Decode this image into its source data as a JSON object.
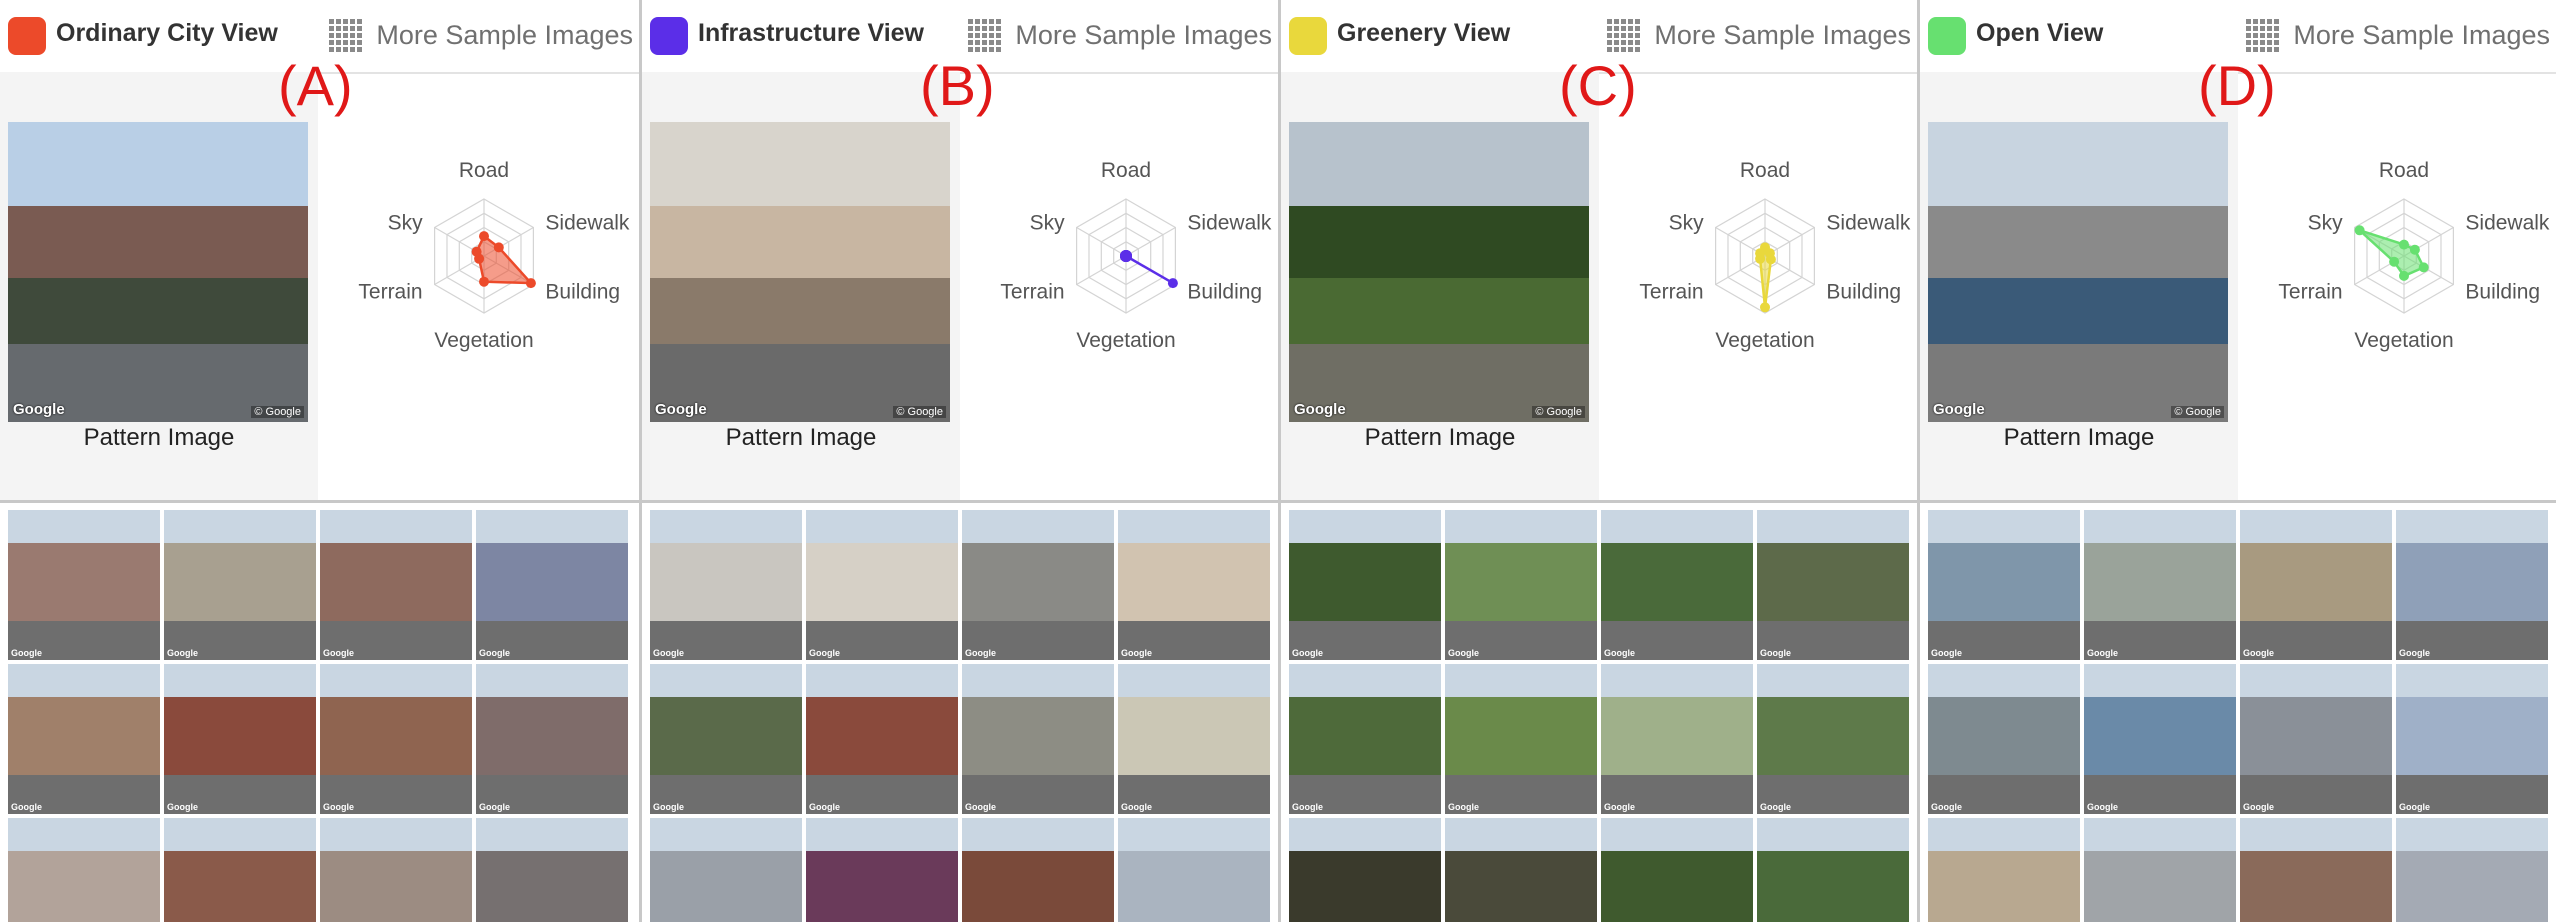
{
  "more_label": "More Sample Images",
  "pattern_label": "Pattern Image",
  "radar_labels": [
    "Road",
    "Sidewalk",
    "Building",
    "Vegetation",
    "Terrain",
    "Sky"
  ],
  "watermark_left": "Google",
  "watermark_right": "© Google",
  "thumb_watermark": "Google",
  "panels": [
    {
      "title": "Ordinary City View",
      "tag": "(A)",
      "color": "#ec4a2a",
      "values": [
        0.35,
        0.3,
        0.95,
        0.45,
        0.1,
        0.15
      ],
      "pattern_colors": [
        "#b9cfe6",
        "#7a5b52",
        "#3f4a3b",
        "#666a6e"
      ],
      "thumbs": [
        "#9a7a70",
        "#a8a090",
        "#8e6a5e",
        "#7d86a3",
        "#a0806a",
        "#8a4a3c",
        "#8f6450",
        "#7f6c6a",
        "#b2a39a",
        "#8a5a4a",
        "#9c8c82",
        "#767070"
      ]
    },
    {
      "title": "Infrastructure View",
      "tag": "(B)",
      "color": "#5b2ee8",
      "values": [
        0.0,
        0.0,
        0.95,
        0.0,
        0.0,
        0.0
      ],
      "pattern_colors": [
        "#d8d4cc",
        "#c8b6a2",
        "#8a7a6a",
        "#6a6a6a"
      ],
      "thumbs": [
        "#c9c6c0",
        "#d6d0c6",
        "#8a8a86",
        "#d1c3b0",
        "#5a6a4a",
        "#8a4a3c",
        "#8d8d84",
        "#cbc7b5",
        "#9aa0a8",
        "#6a3a5a",
        "#7a4a3a",
        "#aab4c0"
      ]
    },
    {
      "title": "Greenery View",
      "tag": "(C)",
      "color": "#e9d83c",
      "values": [
        0.15,
        0.1,
        0.12,
        0.9,
        0.1,
        0.1
      ],
      "pattern_colors": [
        "#b7c2cc",
        "#2f4a22",
        "#4a6a33",
        "#6f6e64"
      ],
      "thumbs": [
        "#3e5a2e",
        "#6f8f55",
        "#4a6a3a",
        "#5d6a4a",
        "#4e6a3a",
        "#6a8a4a",
        "#9fb08a",
        "#5e7a4a",
        "#3a3a2c",
        "#4a4a3a",
        "#3f5a2e",
        "#4a6a3a"
      ]
    },
    {
      "title": "Open View",
      "tag": "(D)",
      "color": "#67e070",
      "values": [
        0.2,
        0.22,
        0.4,
        0.35,
        0.2,
        0.9
      ],
      "pattern_colors": [
        "#c8d4e0",
        "#8a8a8a",
        "#3a5a78",
        "#7a7a7a"
      ],
      "thumbs": [
        "#7f96aa",
        "#9aa39a",
        "#a89a80",
        "#8fa0b8",
        "#7e8a90",
        "#6a8aa8",
        "#8a9098",
        "#9fb0c8",
        "#b8a890",
        "#a0a4a8",
        "#8a6a5a",
        "#a4aab4"
      ]
    }
  ]
}
